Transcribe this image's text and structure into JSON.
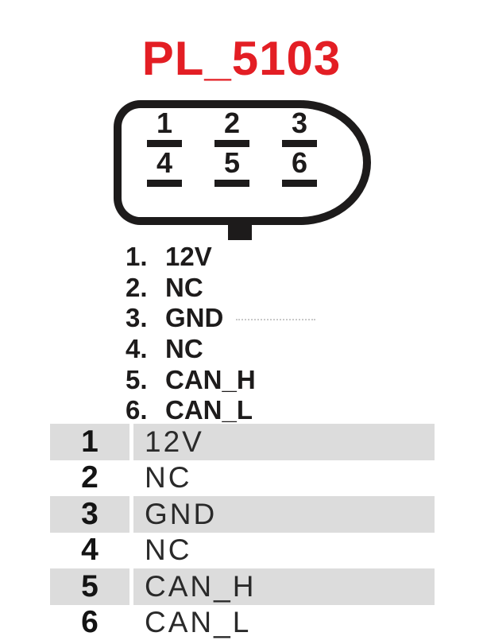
{
  "page": {
    "title": "PL_5103"
  },
  "colors": {
    "accent_red": "#e31e24",
    "ink_black": "#1d1b1b",
    "table_row_gray": "#dcdcdc"
  },
  "connector": {
    "description": "6-pin oval automotive connector, face view, keying tab at bottom",
    "pins": [
      {
        "number": "1"
      },
      {
        "number": "2"
      },
      {
        "number": "3"
      },
      {
        "number": "4"
      },
      {
        "number": "5"
      },
      {
        "number": "6"
      }
    ]
  },
  "pin_list": {
    "items": [
      {
        "num": "1.",
        "signal": "12V"
      },
      {
        "num": "2.",
        "signal": "NC"
      },
      {
        "num": "3.",
        "signal": "GND"
      },
      {
        "num": "4.",
        "signal": "NC"
      },
      {
        "num": "5.",
        "signal": "CAN_H"
      },
      {
        "num": "6.",
        "signal": "CAN_L"
      }
    ]
  },
  "pin_table": {
    "rows": [
      {
        "pin": "1",
        "signal": "12V"
      },
      {
        "pin": "2",
        "signal": "NC"
      },
      {
        "pin": "3",
        "signal": "GND"
      },
      {
        "pin": "4",
        "signal": "NC"
      },
      {
        "pin": "5",
        "signal": "CAN_H"
      },
      {
        "pin": "6",
        "signal": "CAN_L"
      }
    ]
  }
}
